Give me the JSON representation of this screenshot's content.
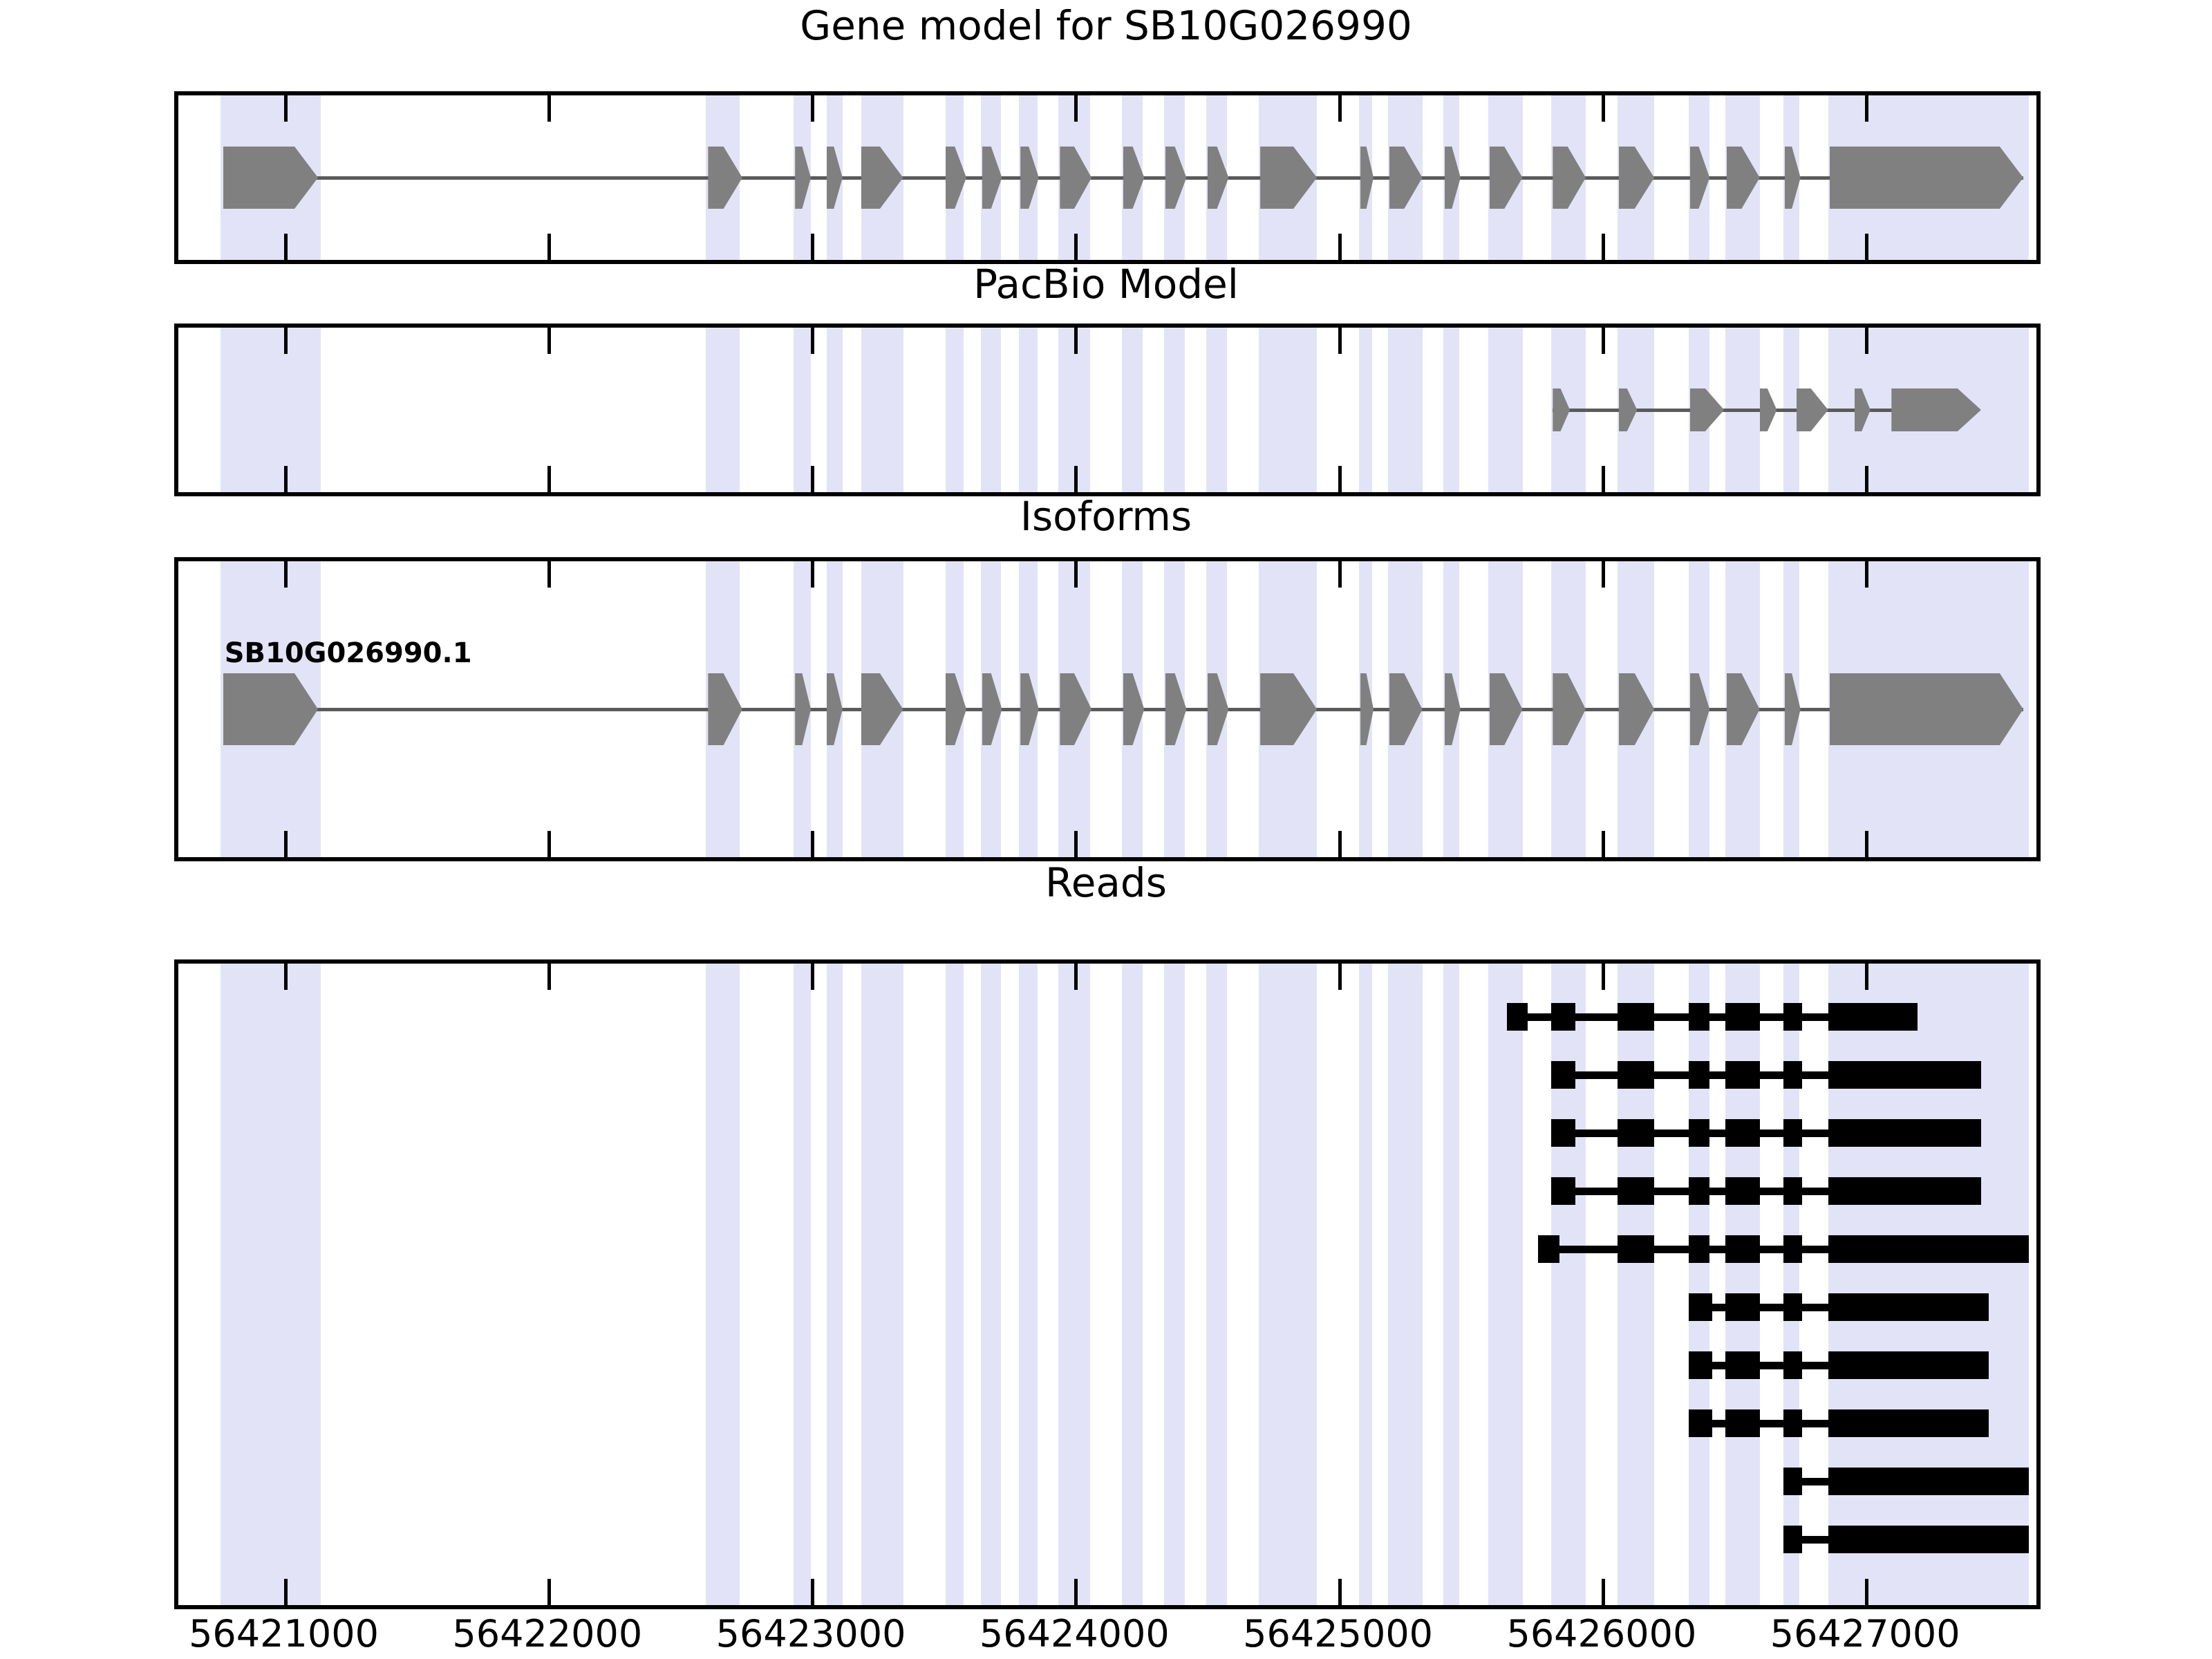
{
  "figure": {
    "title": "Gene model for SB10G026990",
    "gene_id": "SB10G026990",
    "background": "#ffffff",
    "exon_color": "#808080",
    "read_color": "#000000",
    "highlight_color": "#e3e3f7",
    "axis_color": "#000000"
  },
  "panels": [
    {
      "key": "gene_model",
      "title": "Gene model for SB10G026990"
    },
    {
      "key": "pacbio_model",
      "title": "PacBio Model"
    },
    {
      "key": "isoforms",
      "title": "Isoforms"
    },
    {
      "key": "reads",
      "title": "Reads"
    }
  ],
  "axis": {
    "label": "",
    "min": 56420600,
    "max": 56427650,
    "tick_values": [
      56421000,
      56422000,
      56423000,
      56424000,
      56425000,
      56426000,
      56427000
    ],
    "tick_labels": [
      "56421000",
      "56422000",
      "56423000",
      "56424000",
      "56425000",
      "56426000",
      "56427000"
    ]
  },
  "highlight_bands": [
    {
      "start": 56420760,
      "end": 56421140
    },
    {
      "start": 56422600,
      "end": 56422730
    },
    {
      "start": 56422935,
      "end": 56423000
    },
    {
      "start": 56423060,
      "end": 56423120
    },
    {
      "start": 56423190,
      "end": 56423350
    },
    {
      "start": 56423510,
      "end": 56423580
    },
    {
      "start": 56423645,
      "end": 56423720
    },
    {
      "start": 56423790,
      "end": 56423860
    },
    {
      "start": 56423940,
      "end": 56424060
    },
    {
      "start": 56424180,
      "end": 56424260
    },
    {
      "start": 56424340,
      "end": 56424420
    },
    {
      "start": 56424500,
      "end": 56424580
    },
    {
      "start": 56424700,
      "end": 56424920
    },
    {
      "start": 56425080,
      "end": 56425130
    },
    {
      "start": 56425190,
      "end": 56425320
    },
    {
      "start": 56425400,
      "end": 56425460
    },
    {
      "start": 56425570,
      "end": 56425700
    },
    {
      "start": 56425810,
      "end": 56425940
    },
    {
      "start": 56426060,
      "end": 56426200
    },
    {
      "start": 56426330,
      "end": 56426410
    },
    {
      "start": 56426470,
      "end": 56426600
    },
    {
      "start": 56426690,
      "end": 56426750
    },
    {
      "start": 56426860,
      "end": 56427620
    }
  ],
  "gene_model": {
    "strand": "+",
    "line": {
      "start": 56420775,
      "end": 56427600
    },
    "exons": [
      {
        "start": 56420770,
        "end": 56421130,
        "arrow": true
      },
      {
        "start": 56422610,
        "end": 56422740,
        "arrow": true
      },
      {
        "start": 56422940,
        "end": 56423000,
        "arrow": true
      },
      {
        "start": 56423060,
        "end": 56423120,
        "arrow": true
      },
      {
        "start": 56423190,
        "end": 56423350,
        "arrow": true
      },
      {
        "start": 56423510,
        "end": 56423590,
        "arrow": true
      },
      {
        "start": 56423650,
        "end": 56423725,
        "arrow": true
      },
      {
        "start": 56423795,
        "end": 56423865,
        "arrow": true
      },
      {
        "start": 56423945,
        "end": 56424065,
        "arrow": true
      },
      {
        "start": 56424185,
        "end": 56424265,
        "arrow": true
      },
      {
        "start": 56424345,
        "end": 56424425,
        "arrow": true
      },
      {
        "start": 56424505,
        "end": 56424585,
        "arrow": true
      },
      {
        "start": 56424705,
        "end": 56424920,
        "arrow": true
      },
      {
        "start": 56425085,
        "end": 56425135,
        "arrow": true
      },
      {
        "start": 56425195,
        "end": 56425320,
        "arrow": true
      },
      {
        "start": 56425405,
        "end": 56425465,
        "arrow": true
      },
      {
        "start": 56425575,
        "end": 56425700,
        "arrow": true
      },
      {
        "start": 56425815,
        "end": 56425940,
        "arrow": true
      },
      {
        "start": 56426065,
        "end": 56426200,
        "arrow": true
      },
      {
        "start": 56426335,
        "end": 56426410,
        "arrow": true
      },
      {
        "start": 56426475,
        "end": 56426600,
        "arrow": true
      },
      {
        "start": 56426695,
        "end": 56426755,
        "arrow": true
      },
      {
        "start": 56426865,
        "end": 56427600,
        "arrow": true
      }
    ]
  },
  "pacbio_model": {
    "strand": "+",
    "line": {
      "start": 56425815,
      "end": 56427180
    },
    "exons": [
      {
        "start": 56425815,
        "end": 56425880,
        "arrow": true
      },
      {
        "start": 56426065,
        "end": 56426135,
        "arrow": true
      },
      {
        "start": 56426335,
        "end": 56426465,
        "arrow": true
      },
      {
        "start": 56426600,
        "end": 56426665,
        "arrow": true
      },
      {
        "start": 56426740,
        "end": 56426860,
        "arrow": true
      },
      {
        "start": 56426960,
        "end": 56427020,
        "arrow": true
      },
      {
        "start": 56427100,
        "end": 56427440,
        "arrow": true
      }
    ]
  },
  "isoforms": [
    {
      "name": "SB10G026990.1",
      "strand": "+",
      "line": {
        "start": 56420775,
        "end": 56427600
      },
      "exons": [
        {
          "start": 56420770,
          "end": 56421130,
          "arrow": true
        },
        {
          "start": 56422610,
          "end": 56422740,
          "arrow": true
        },
        {
          "start": 56422940,
          "end": 56423000,
          "arrow": true
        },
        {
          "start": 56423060,
          "end": 56423120,
          "arrow": true
        },
        {
          "start": 56423190,
          "end": 56423350,
          "arrow": true
        },
        {
          "start": 56423510,
          "end": 56423590,
          "arrow": true
        },
        {
          "start": 56423650,
          "end": 56423725,
          "arrow": true
        },
        {
          "start": 56423795,
          "end": 56423865,
          "arrow": true
        },
        {
          "start": 56423945,
          "end": 56424065,
          "arrow": true
        },
        {
          "start": 56424185,
          "end": 56424265,
          "arrow": true
        },
        {
          "start": 56424345,
          "end": 56424425,
          "arrow": true
        },
        {
          "start": 56424505,
          "end": 56424585,
          "arrow": true
        },
        {
          "start": 56424705,
          "end": 56424920,
          "arrow": true
        },
        {
          "start": 56425085,
          "end": 56425135,
          "arrow": true
        },
        {
          "start": 56425195,
          "end": 56425320,
          "arrow": true
        },
        {
          "start": 56425405,
          "end": 56425465,
          "arrow": true
        },
        {
          "start": 56425575,
          "end": 56425700,
          "arrow": true
        },
        {
          "start": 56425815,
          "end": 56425940,
          "arrow": true
        },
        {
          "start": 56426065,
          "end": 56426200,
          "arrow": true
        },
        {
          "start": 56426335,
          "end": 56426410,
          "arrow": true
        },
        {
          "start": 56426475,
          "end": 56426600,
          "arrow": true
        },
        {
          "start": 56426695,
          "end": 56426755,
          "arrow": true
        },
        {
          "start": 56426865,
          "end": 56427600,
          "arrow": true
        }
      ]
    }
  ],
  "reads": [
    {
      "id": "read-1",
      "blocks": [
        [
          56425640,
          56425720
        ],
        [
          56425810,
          56425900
        ],
        [
          56426060,
          56426200
        ],
        [
          56426330,
          56426410
        ],
        [
          56426470,
          56426600
        ],
        [
          56426690,
          56426760
        ],
        [
          56426860,
          56427200
        ]
      ]
    },
    {
      "id": "read-2",
      "blocks": [
        [
          56425810,
          56425900
        ],
        [
          56426060,
          56426200
        ],
        [
          56426330,
          56426410
        ],
        [
          56426470,
          56426600
        ],
        [
          56426690,
          56426760
        ],
        [
          56426860,
          56427440
        ]
      ]
    },
    {
      "id": "read-3",
      "blocks": [
        [
          56425810,
          56425900
        ],
        [
          56426060,
          56426200
        ],
        [
          56426330,
          56426410
        ],
        [
          56426470,
          56426600
        ],
        [
          56426690,
          56426760
        ],
        [
          56426860,
          56427440
        ]
      ]
    },
    {
      "id": "read-4",
      "blocks": [
        [
          56425810,
          56425900
        ],
        [
          56426060,
          56426200
        ],
        [
          56426330,
          56426410
        ],
        [
          56426470,
          56426600
        ],
        [
          56426690,
          56426760
        ],
        [
          56426860,
          56427440
        ]
      ]
    },
    {
      "id": "read-5",
      "blocks": [
        [
          56425760,
          56425840
        ],
        [
          56426060,
          56426200
        ],
        [
          56426330,
          56426410
        ],
        [
          56426470,
          56426600
        ],
        [
          56426690,
          56426760
        ],
        [
          56426860,
          56427620
        ]
      ]
    },
    {
      "id": "read-6",
      "blocks": [
        [
          56426330,
          56426420
        ],
        [
          56426470,
          56426600
        ],
        [
          56426690,
          56426760
        ],
        [
          56426860,
          56427470
        ]
      ]
    },
    {
      "id": "read-7",
      "blocks": [
        [
          56426330,
          56426420
        ],
        [
          56426470,
          56426600
        ],
        [
          56426690,
          56426760
        ],
        [
          56426860,
          56427470
        ]
      ]
    },
    {
      "id": "read-8",
      "blocks": [
        [
          56426330,
          56426420
        ],
        [
          56426470,
          56426600
        ],
        [
          56426690,
          56426760
        ],
        [
          56426860,
          56427470
        ]
      ]
    },
    {
      "id": "read-9",
      "blocks": [
        [
          56426690,
          56426760
        ],
        [
          56426860,
          56427620
        ]
      ]
    },
    {
      "id": "read-10",
      "blocks": [
        [
          56426690,
          56426760
        ],
        [
          56426860,
          56427620
        ]
      ]
    }
  ]
}
